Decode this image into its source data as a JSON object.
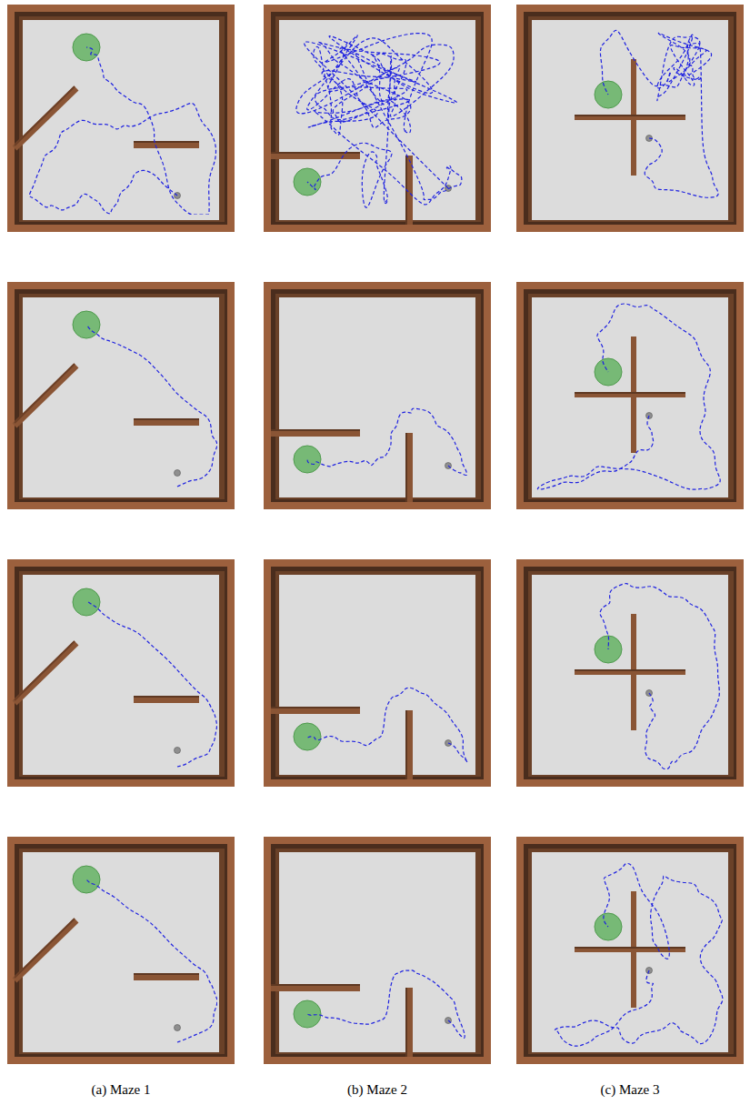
{
  "diagram": {
    "labels": [
      "(a) Maze 1",
      "(b) Maze 2",
      "(c) Maze 3"
    ]
  }
}
